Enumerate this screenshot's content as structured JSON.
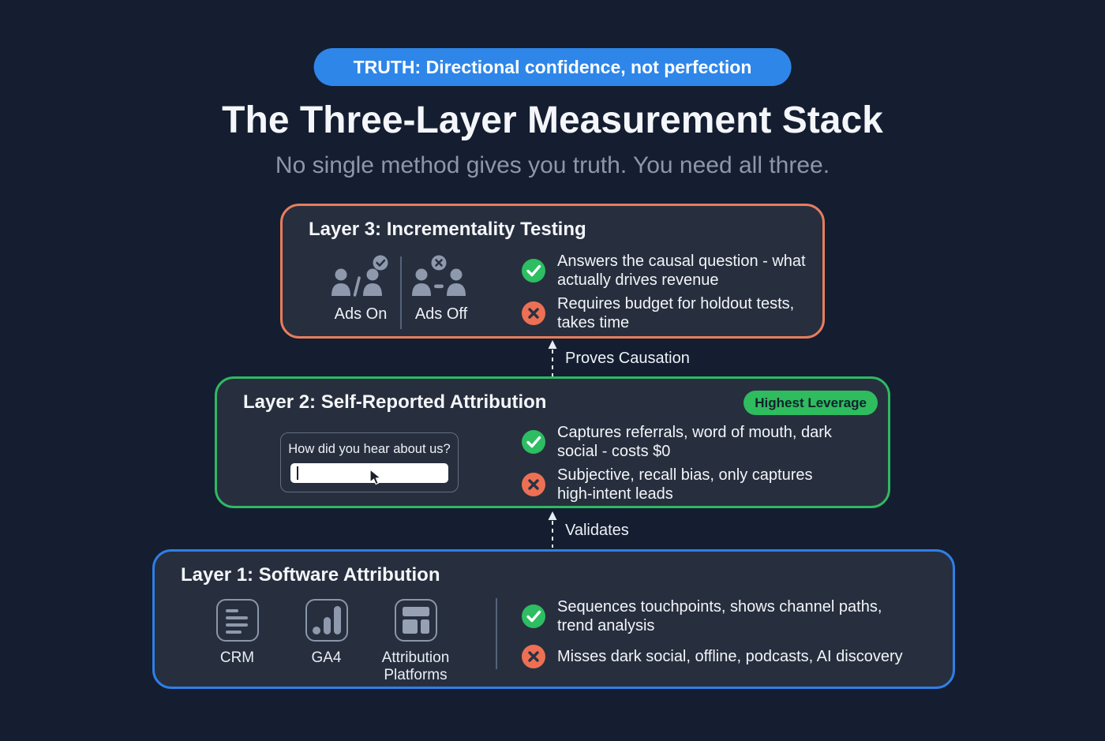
{
  "header": {
    "badge": "TRUTH: Directional confidence, not perfection",
    "title": "The Three-Layer Measurement Stack",
    "subtitle": "No single method gives you truth. You need all three."
  },
  "layer3": {
    "title": "Layer 3: Incrementality Testing",
    "ads_on_label": "Ads On",
    "ads_off_label": "Ads Off",
    "pro": "Answers the causal question - what actually drives revenue",
    "con": "Requires budget for holdout tests, takes time"
  },
  "arrows": {
    "proves": "Proves Causation",
    "validates": "Validates"
  },
  "layer2": {
    "title": "Layer 2: Self-Reported Attribution",
    "badge": "Highest Leverage",
    "form_label": "How did you hear about us?",
    "pro": "Captures referrals, word of mouth, dark social - costs $0",
    "con": "Subjective, recall bias, only captures high-intent leads"
  },
  "layer1": {
    "title": "Layer 1: Software Attribution",
    "tools": [
      {
        "label": "CRM"
      },
      {
        "label": "GA4"
      },
      {
        "label": "Attribution Platforms"
      }
    ],
    "pro": "Sequences touchpoints, shows channel paths, trend analysis",
    "con": "Misses dark social, offline, podcasts, AI discovery"
  },
  "colors": {
    "background": "#141e30",
    "card": "#272f3e",
    "layer3_border": "#e87d5c",
    "layer2_border": "#30b863",
    "layer1_border": "#2e7fe8",
    "badge_blue": "#2e86e9",
    "pro_green": "#2dbd62",
    "con_red": "#ed7054",
    "leverage_green": "#2ebc5e"
  }
}
